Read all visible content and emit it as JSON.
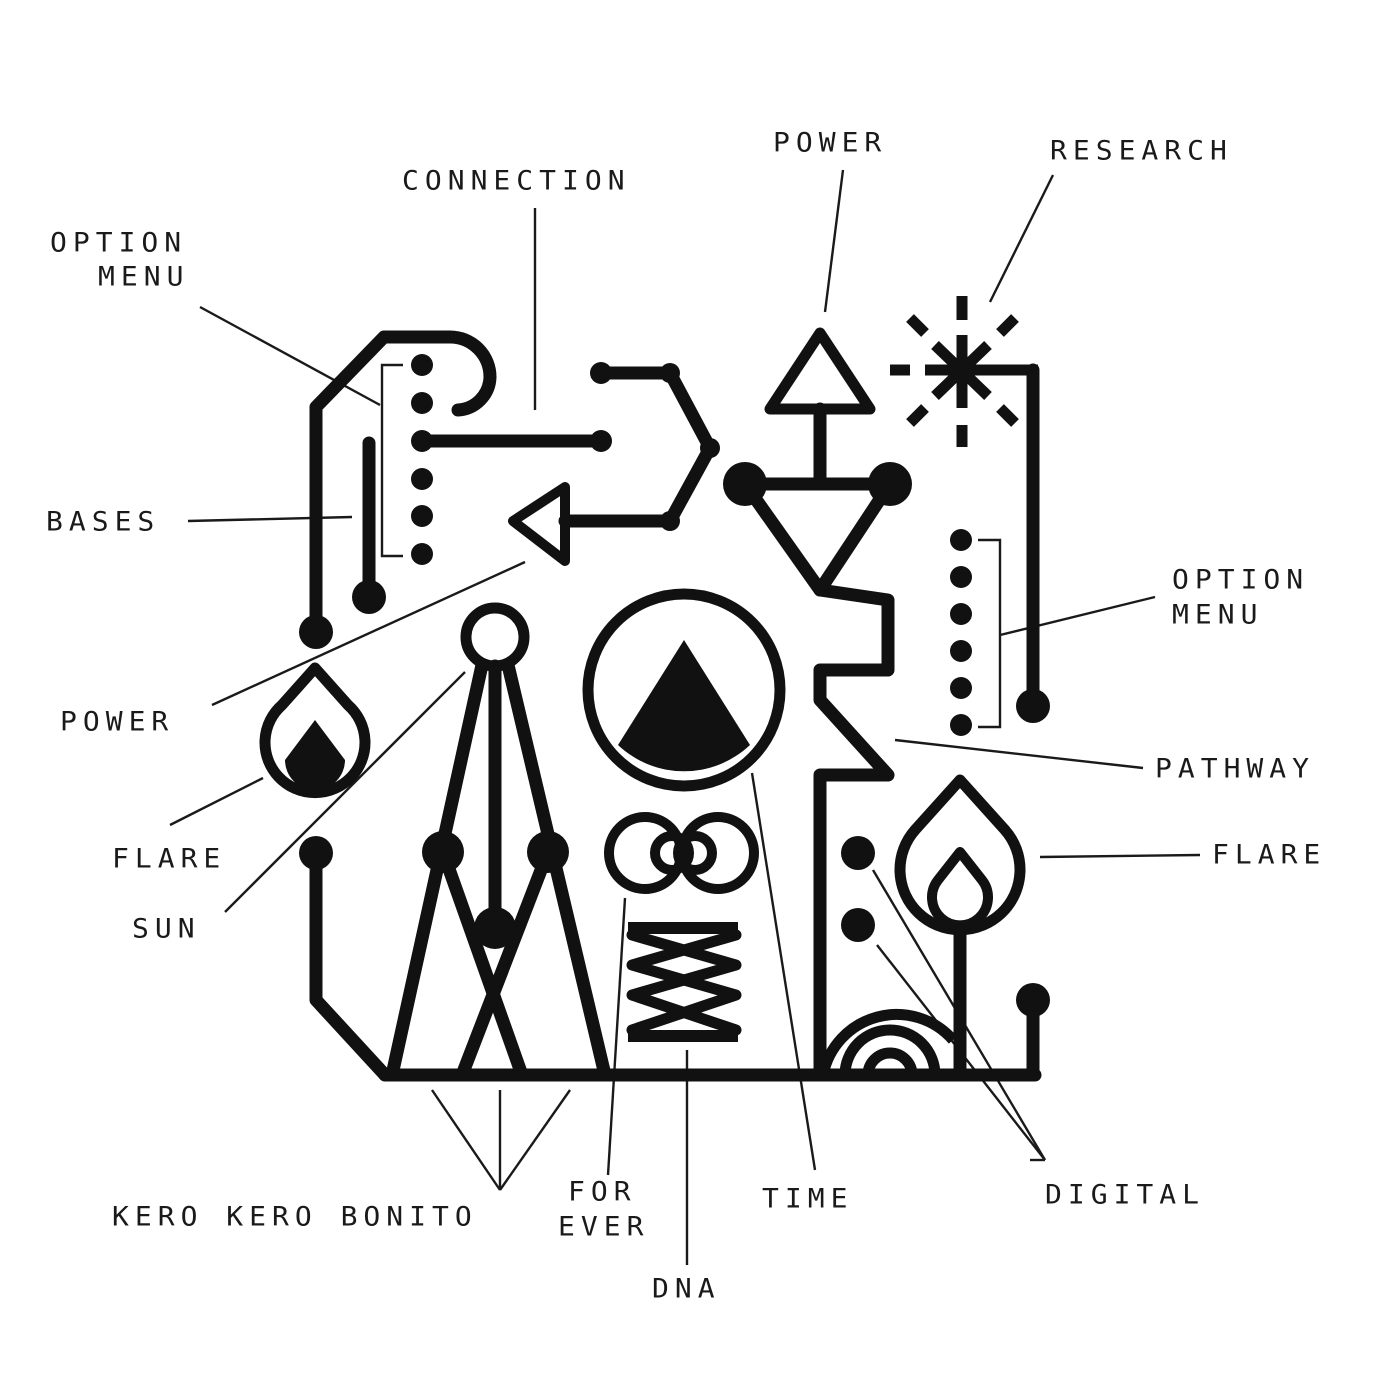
{
  "artwork": {
    "style": "circuit-glyph diagram, black ink on white, distressed print texture",
    "ink_color": "#111111",
    "background_color": "#ffffff"
  },
  "labels": {
    "connection": "CONNECTION",
    "option_menu_left_1": "OPTION",
    "option_menu_left_2": "MENU",
    "power_top": "POWER",
    "research": "RESEARCH",
    "bases": "BASES",
    "option_menu_right_1": "OPTION",
    "option_menu_right_2": "MENU",
    "power_left": "POWER",
    "pathway": "PATHWAY",
    "flare_left": "FLARE",
    "flare_right": "FLARE",
    "sun": "SUN",
    "kero_kero_bonito": "KERO KERO BONITO",
    "for_ever_1": "FOR",
    "for_ever_2": "EVER",
    "time": "TIME",
    "dna": "DNA",
    "digital": "DIGITAL"
  },
  "symbols": [
    {
      "name": "dot-column-left",
      "count": 6
    },
    {
      "name": "dot-column-right",
      "count": 6
    },
    {
      "name": "triangle-arrow-left"
    },
    {
      "name": "triangle-up"
    },
    {
      "name": "triangle-down-with-nodes"
    },
    {
      "name": "starburst"
    },
    {
      "name": "circle-with-mountain"
    },
    {
      "name": "infinity-rings"
    },
    {
      "name": "zigzag-helix"
    },
    {
      "name": "antenna-tower"
    },
    {
      "name": "flame-left"
    },
    {
      "name": "flame-right"
    },
    {
      "name": "concentric-arches"
    }
  ]
}
